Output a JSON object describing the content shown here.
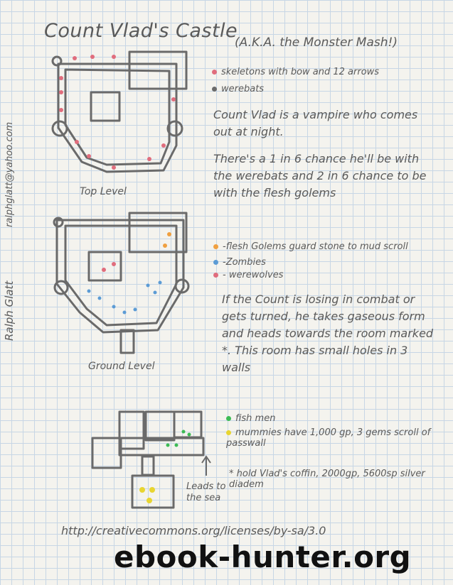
{
  "title": "Count Vlad's Castle",
  "subtitle": "(A.K.A. the Monster Mash!)",
  "author": "Ralph Glatt",
  "email": "ralphglatt@yahoo.com",
  "legend_top": [
    {
      "color": "#e06d7d",
      "text": "skeletons with bow and 12 arrows"
    },
    {
      "color": "#6b6b6b",
      "text": "werebats"
    }
  ],
  "notes": {
    "vampire": "Count Vlad is a vampire who comes out at night.",
    "chance": "There's a 1 in 6 chance he'll be with the werebats and 2 in 6 chance to be with the flesh golems"
  },
  "legend_mid": [
    {
      "color": "#f0a040",
      "text": "-flesh Golems guard stone to mud scroll"
    },
    {
      "color": "#5b9bd5",
      "text": "-Zombies"
    },
    {
      "color": "#e06d7d",
      "text": "- werewolves"
    }
  ],
  "count_escape": "If the Count is losing in combat or gets turned, he takes gaseous form and heads towards the room marked *. This room has small holes in 3 walls",
  "legend_low": [
    {
      "color": "#3dbb55",
      "text": "fish men"
    },
    {
      "color": "#e8d530",
      "text": "mummies have 1,000 gp, 3 gems scroll of passwall"
    }
  ],
  "treasure": "* hold Vlad's coffin, 2000gp, 5600sp silver diadem",
  "levels": {
    "top": "Top Level",
    "ground": "Ground Level"
  },
  "sea_label": "Leads to the sea",
  "license_url": "http://creativecommons.org/licenses/by-sa/3.0",
  "watermark": "ebook-hunter.org",
  "colors": {
    "paper": "#f4f3ee",
    "grid": "#b9cde3",
    "pencil": "#5a5a5a"
  }
}
